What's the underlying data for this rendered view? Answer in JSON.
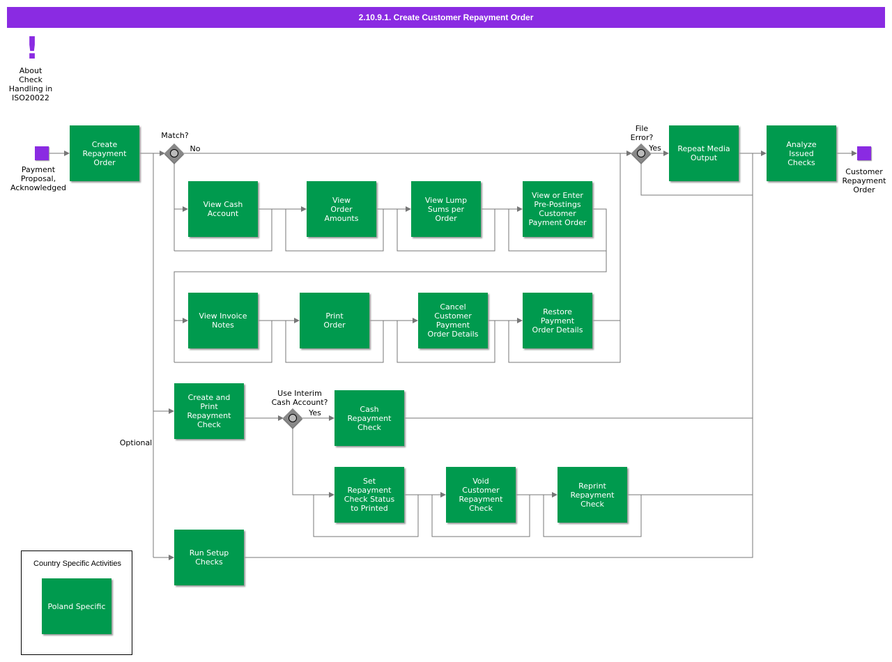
{
  "title": "2.10.9.1. Create Customer Repayment Order",
  "note_label": "About\nCheck\nHandling in\nISO20022",
  "start_label": "Payment\nProposal,\nAcknowledged",
  "end_label": "Customer\nRepayment\nOrder",
  "gateways": {
    "match": "Match?",
    "match_no": "No",
    "file_error": "File\nError?",
    "file_error_yes": "Yes",
    "interim": "Use Interim\nCash Account?",
    "interim_yes": "Yes"
  },
  "optional_label": "Optional",
  "tasks": {
    "create_repayment_order": "Create\nRepayment\nOrder",
    "view_cash_account": "View Cash\nAccount",
    "view_order_amounts": "View\nOrder\nAmounts",
    "view_lump_sums": "View Lump\nSums per\nOrder",
    "view_enter_prepostings": "View or Enter\nPre-Postings\nCustomer\nPayment Order",
    "view_invoice_notes": "View Invoice\nNotes",
    "print_order": "Print\nOrder",
    "cancel_details": "Cancel\nCustomer\nPayment\nOrder Details",
    "restore_details": "Restore\nPayment\nOrder Details",
    "repeat_media_output": "Repeat Media\nOutput",
    "analyze_issued_checks": "Analyze\nIssued\nChecks",
    "create_print_check": "Create and\nPrint\nRepayment\nCheck",
    "cash_repayment_check": "Cash\nRepayment\nCheck",
    "set_check_status": "Set\nRepayment\nCheck Status\nto Printed",
    "void_check": "Void\nCustomer\nRepayment\nCheck",
    "reprint_check": "Reprint\nRepayment\nCheck",
    "run_setup_checks": "Run Setup\nChecks"
  },
  "legend": {
    "title": "Country Specific Activities",
    "item": "Poland Specific"
  },
  "colors": {
    "header": "#8a2be2",
    "task": "#009a4e",
    "event": "#8a2be2",
    "connector": "#777777"
  }
}
